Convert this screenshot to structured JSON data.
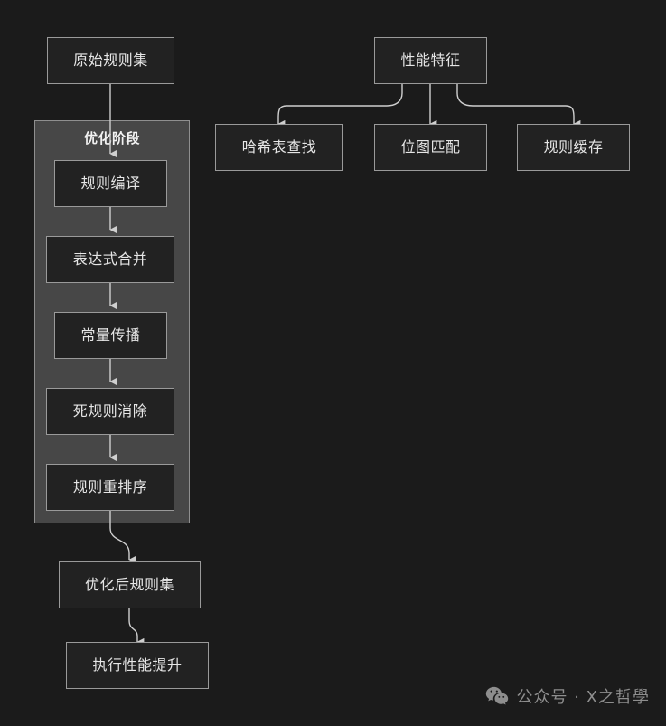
{
  "diagram": {
    "type": "flowchart",
    "background_color": "#1b1b1b",
    "node_fill": "#222222",
    "node_border": "#9a9a9a",
    "cluster_fill": "#474747",
    "text_color": "#e6e6e6",
    "edge_color": "#cfcfcf",
    "clusters": [
      {
        "id": "opt_stage",
        "label": "优化阶段"
      }
    ],
    "nodes": [
      {
        "id": "n_source",
        "label": "原始规则集"
      },
      {
        "id": "n_compile",
        "label": "规则编译"
      },
      {
        "id": "n_merge",
        "label": "表达式合并"
      },
      {
        "id": "n_constprop",
        "label": "常量传播"
      },
      {
        "id": "n_deadrule",
        "label": "死规则消除"
      },
      {
        "id": "n_reorder",
        "label": "规则重排序"
      },
      {
        "id": "n_optimized",
        "label": "优化后规则集"
      },
      {
        "id": "n_perfgain",
        "label": "执行性能提升"
      },
      {
        "id": "n_perffeat",
        "label": "性能特征"
      },
      {
        "id": "n_hash",
        "label": "哈希表查找"
      },
      {
        "id": "n_bitmap",
        "label": "位图匹配"
      },
      {
        "id": "n_cache",
        "label": "规则缓存"
      }
    ],
    "edges": [
      {
        "from": "n_source",
        "to": "n_compile"
      },
      {
        "from": "n_compile",
        "to": "n_merge"
      },
      {
        "from": "n_merge",
        "to": "n_constprop"
      },
      {
        "from": "n_constprop",
        "to": "n_deadrule"
      },
      {
        "from": "n_deadrule",
        "to": "n_reorder"
      },
      {
        "from": "n_reorder",
        "to": "n_optimized"
      },
      {
        "from": "n_optimized",
        "to": "n_perfgain"
      },
      {
        "from": "n_perffeat",
        "to": "n_hash"
      },
      {
        "from": "n_perffeat",
        "to": "n_bitmap"
      },
      {
        "from": "n_perffeat",
        "to": "n_cache"
      }
    ]
  },
  "watermark": {
    "icon": "wechat-icon",
    "text": "公众号 · X之哲學"
  }
}
